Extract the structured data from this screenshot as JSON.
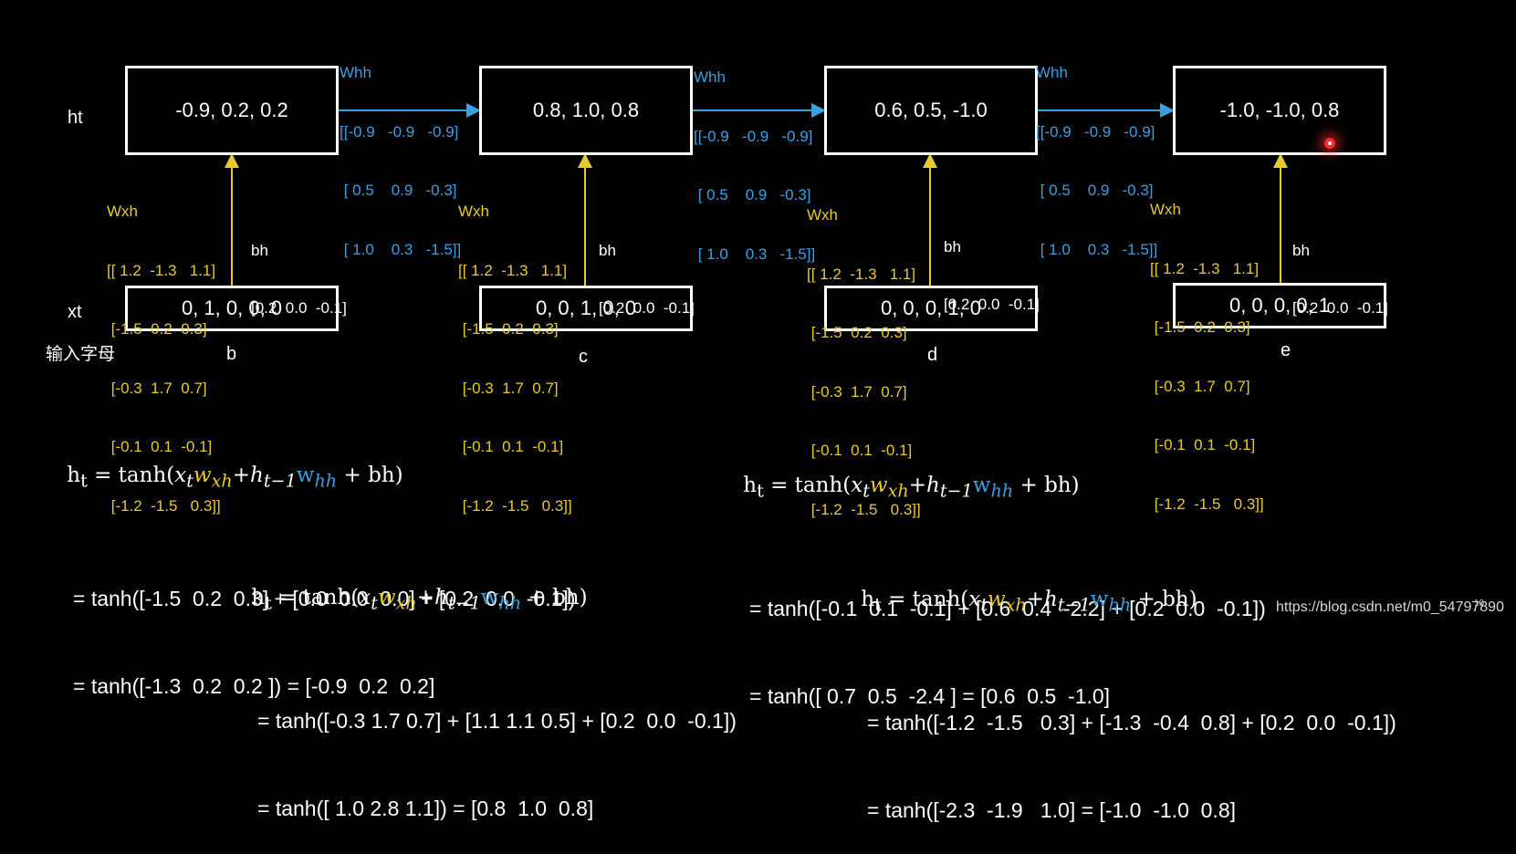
{
  "row_labels": {
    "ht": "ht",
    "xt": "xt"
  },
  "input_caption": "输入字母",
  "steps": [
    {
      "h": "-0.9,   0.2,   0.2",
      "x": "0,  1,  0,  0,  0",
      "letter": "b"
    },
    {
      "h": "0.8,  1.0,  0.8",
      "x": "0,  0,  1,  0,  0",
      "letter": "c"
    },
    {
      "h": "0.6,  0.5,  -1.0",
      "x": "0,  0,  0,  1,  0",
      "letter": "d"
    },
    {
      "h": "-1.0,  -1.0,  0.8",
      "x": "0,  0,  0,  0,  1",
      "letter": "e"
    }
  ],
  "wxh": {
    "title": "Wxh",
    "rows": [
      "[[ 1.2  -1.3   1.1]",
      " [-1.5  0.2  0.3]",
      " [-0.3  1.7  0.7]",
      " [-0.1  0.1  -0.1]",
      " [-1.2  -1.5   0.3]]"
    ]
  },
  "whh": {
    "title": "Whh",
    "rows": [
      "[[-0.9   -0.9   -0.9]",
      " [ 0.5    0.9   -0.3]",
      " [ 1.0    0.3   -1.5]]"
    ]
  },
  "bh": {
    "title": "bh",
    "value": "[0.2  0.0  -0.1]"
  },
  "equations": [
    {
      "l2": "= tanh([-1.5  0.2  0.3] + [0.0  0.0  0.0] + [0.2  0.0  -0.1])",
      "l3": "= tanh([-1.3  0.2  0.2 ]) = [-0.9  0.2  0.2]"
    },
    {
      "l2": "= tanh([-0.3 1.7 0.7] + [1.1 1.1 0.5] + [0.2  0.0  -0.1])",
      "l3": "= tanh([ 1.0 2.8 1.1]) = [0.8  1.0  0.8]"
    },
    {
      "l2": "= tanh([-0.1  0.1  -0.1] + [0.6  0.4  -2.2] + [0.2  0.0  -0.1])",
      "l3": "= tanh([ 0.7  0.5  -2.4 ] = [0.6  0.5  -1.0]"
    },
    {
      "l2": "= tanh([-1.2  -1.5   0.3] + [-1.3  -0.4  0.8] + [0.2  0.0  -0.1])",
      "l3": "= tanh([-2.3  -1.9   1.0] = [-1.0  -1.0  0.8]"
    }
  ],
  "formula": {
    "h": "h",
    "t": "t",
    "eq_tanh": " = tanh(",
    "x": "x",
    "w": "w",
    "xh": "xh",
    "plus_h": "+h",
    "tm1": "t−1",
    "hh": "hh",
    "plus_bh": " + bh)"
  },
  "watermark": "https://blog.csdn.net/m0_54797890",
  "page_number": "10",
  "colors": {
    "wxh": "#e8c92c",
    "whh": "#3aa0e0",
    "pointer": "#ff2a2a"
  }
}
